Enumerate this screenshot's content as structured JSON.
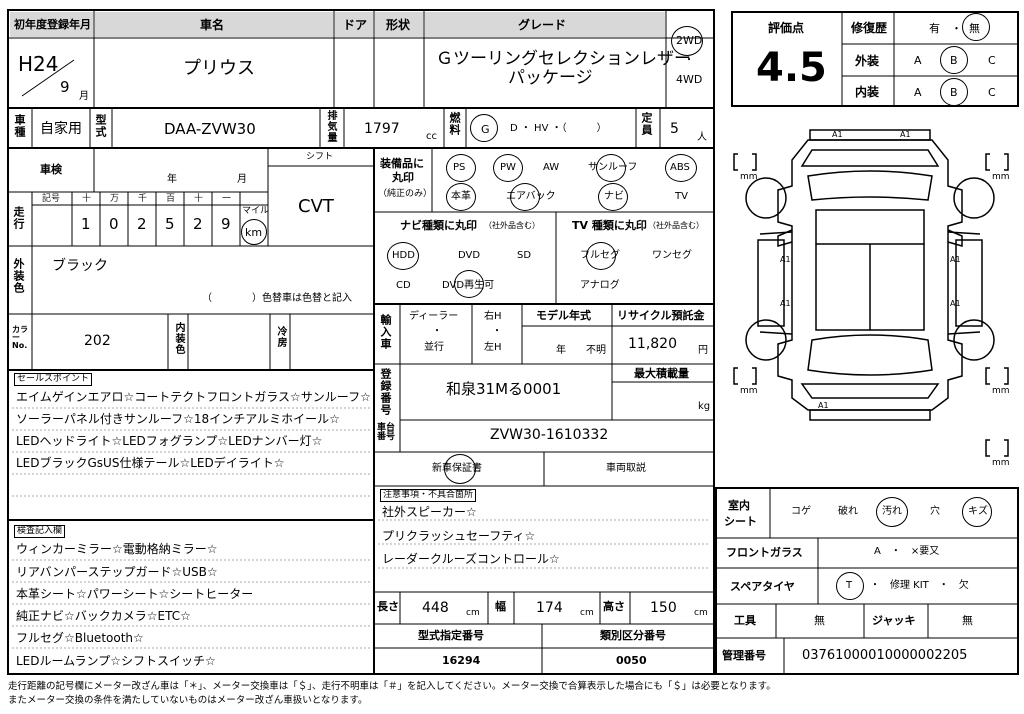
{
  "header": {
    "reg_label": "初年度登録年月",
    "name_label": "車名",
    "door_label": "ドア",
    "shape_label": "形状",
    "grade_label": "グレード",
    "era": "H24",
    "month": "9",
    "month_unit": "月",
    "car_name": "プリウス",
    "grade_line1": "Ｇツーリングセレクションレザー",
    "grade_line2": "パッケージ",
    "drive_2wd": "2WD",
    "drive_dot": "・",
    "drive_4wd": "4WD"
  },
  "score": {
    "label": "評価点",
    "value": "4.5",
    "repair_label": "修復歴",
    "repair_yes": "有",
    "dot": "・",
    "repair_no": "無",
    "exterior_label": "外装",
    "interior_label": "内装",
    "grade_a": "A",
    "grade_b": "B",
    "grade_c": "C"
  },
  "row2": {
    "usage_label": "車種",
    "usage": "自家用",
    "model_label": "型式",
    "model": "DAA-ZVW30",
    "disp_label": "排気量",
    "disp": "1797",
    "disp_unit": "cc",
    "fuel_label": "燃料",
    "fuel_g": "G",
    "fuel_rest": "D ・ HV ・（　　　）",
    "cap_label": "定員",
    "cap": "5",
    "cap_unit": "人"
  },
  "inspection": {
    "label": "車検",
    "year_unit": "年",
    "month_unit": "月",
    "shift_label": "シフト",
    "shift": "CVT",
    "mileage_label": "走行",
    "symbol_label": "記号",
    "digit_heads": [
      "十",
      "万",
      "千",
      "百",
      "十",
      "一"
    ],
    "digits": [
      "1",
      "0",
      "2",
      "5",
      "2",
      "9"
    ],
    "mile_label": "マイル",
    "km_label": "km"
  },
  "color": {
    "label": "外装色",
    "value": "ブラック",
    "note": "（　　　　）色替車は色替と記入",
    "color_no_label": "カラーNo.",
    "color_no": "202",
    "interior_label": "内装色",
    "cooler_label": "冷房"
  },
  "equipment": {
    "label1": "装備品に",
    "label2": "丸印",
    "label3": "（純正のみ）",
    "items": [
      "PS",
      "PW",
      "AW",
      "サンルーフ",
      "ABS",
      "本革",
      "エアバック",
      "ナビ",
      "TV"
    ],
    "navi_label": "ナビ種類に丸印",
    "navi_sub": "（社外品含む）",
    "navi_items": [
      "HDD",
      "DVD",
      "SD",
      "CD",
      "DVD再生可"
    ],
    "tv_label": "TV 種類に丸印",
    "tv_sub": "（社外品含む）",
    "tv_items": [
      "フルセグ",
      "ワンセグ",
      "アナログ"
    ]
  },
  "import": {
    "label": "輸入車",
    "dealer": "ディーラー",
    "dot": "・",
    "parallel": "並行",
    "rh": "右H",
    "lh": "左H",
    "model_year_label": "モデル年式",
    "year_unit": "年",
    "unknown": "不明",
    "recycle_label": "リサイクル預託金",
    "recycle": "11,820",
    "yen": "円"
  },
  "registration": {
    "label": "登録番号",
    "value": "和泉31Mる0001",
    "max_load_label": "最大積載量",
    "kg": "kg",
    "chassis_label": "車台番号",
    "chassis": "ZVW30-1610332",
    "warranty": "新車保証書",
    "manual": "車両取説"
  },
  "notes": {
    "label": "注意事項・不具合箇所",
    "lines": [
      "社外スピーカー☆",
      "プリクラッシュセーフティ☆",
      "レーダークルーズコントロール☆"
    ]
  },
  "sales": {
    "label": "セールスポイント",
    "lines": [
      "エイムゲインエアロ☆コートテクトフロントガラス☆サンルーフ☆",
      "ソーラーパネル付きサンルーフ☆18インチアルミホイール☆",
      "LEDヘッドライト☆LEDフォグランプ☆LEDナンバー灯☆",
      "LEDブラックGsUS仕様テール☆LEDデイライト☆"
    ]
  },
  "inspector": {
    "label": "検査記入欄",
    "lines": [
      "ウィンカーミラー☆電動格納ミラー☆",
      "リアバンパーステップガード☆USB☆",
      "本革シート☆パワーシート☆シートヒーター",
      "純正ナビ☆バックカメラ☆ETC☆",
      "フルセグ☆Bluetooth☆",
      "LEDルームランプ☆シフトスイッチ☆"
    ]
  },
  "dims": {
    "length_label": "長さ",
    "length": "448",
    "width_label": "幅",
    "width": "174",
    "height_label": "高さ",
    "height": "150",
    "cm": "cm",
    "type_label": "型式指定番号",
    "type_no": "16294",
    "class_label": "類別区分番号",
    "class_no": "0050"
  },
  "diagram": {
    "mm": "mm",
    "a1": "A1"
  },
  "right": {
    "seat_label1": "室内",
    "seat_label2": "シート",
    "seat_items": [
      "コゲ",
      "破れ",
      "汚れ",
      "穴",
      "キズ"
    ],
    "glass_label": "フロントガラス",
    "glass_value": "A　・　×要又",
    "spare_label": "スペアタイヤ",
    "spare_t": "T",
    "spare_rest": "・　修理 KIT　・　欠",
    "tools_label": "工具",
    "tools_value": "無",
    "jack_label": "ジャッキ",
    "jack_value": "無",
    "mgmt_label": "管理番号",
    "mgmt_value": "03761000010000002205"
  },
  "footer": {
    "line1": "走行距離の記号欄にメーター改ざん車は「＊」、メーター交換車は「＄」、走行不明車は「＃」を記入してください。メーター交換で合算表示した場合にも「＄」は必要となります。",
    "line2": "またメーター交換の条件を満たしていないものはメーター改ざん車扱いとなります。"
  }
}
